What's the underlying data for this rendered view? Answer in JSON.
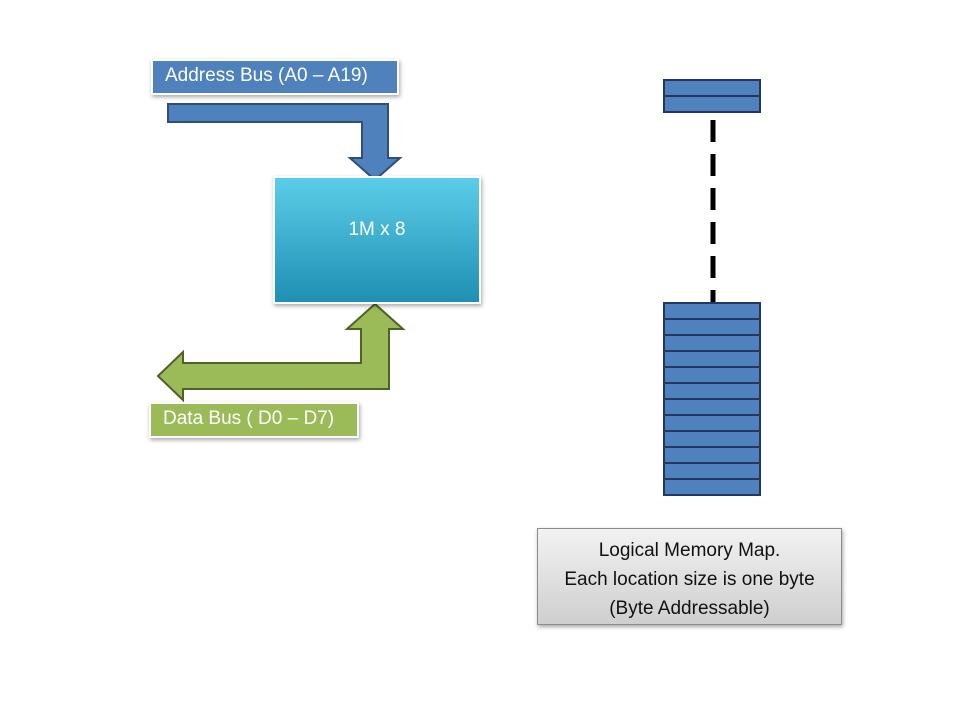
{
  "address_bus": {
    "label": "Address Bus (A0 – A19)"
  },
  "data_bus": {
    "label": "Data Bus ( D0 – D7)"
  },
  "chip": {
    "label": "1M x 8"
  },
  "memory_map": {
    "top_cell_count": 2,
    "stack_cell_count": 12,
    "caption": {
      "line1": "Logical Memory Map.",
      "line2": "Each location size is one byte",
      "line3": "(Byte Addressable)"
    }
  },
  "colors": {
    "address_bus": "#4f81bd",
    "data_bus": "#9bbb59",
    "chip_light": "#5ccde8",
    "chip_dark": "#1f8fb3",
    "memory_cell": "#4f81bd",
    "memory_border": "#1f3864",
    "caption_background": "#dedede"
  }
}
